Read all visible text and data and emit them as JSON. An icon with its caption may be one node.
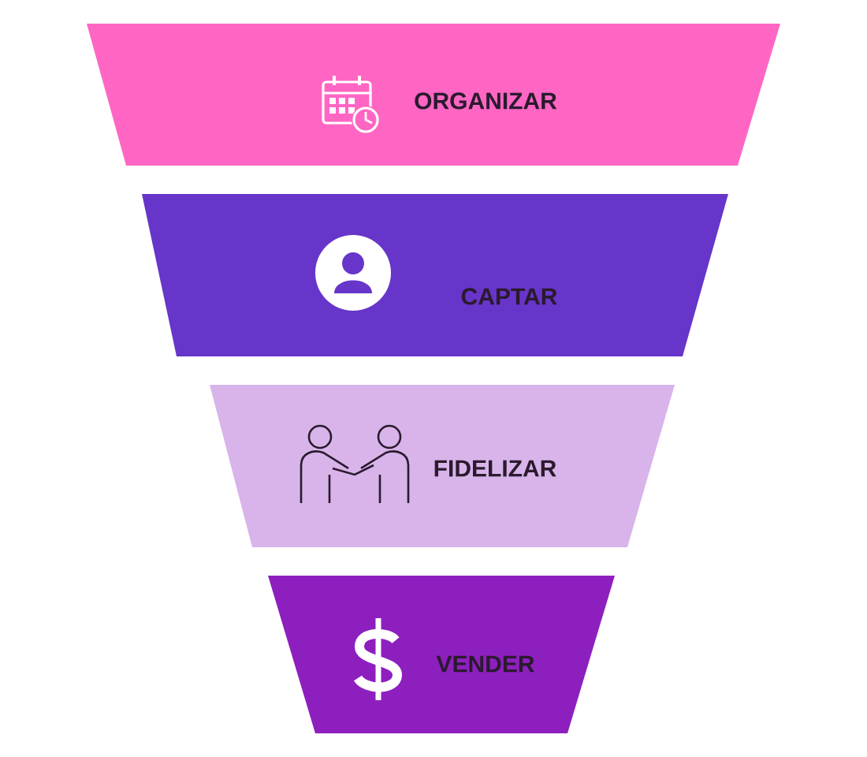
{
  "diagram": {
    "nodes": [
      {
        "text": [
          "ORGANIZAR"
        ]
      },
      {
        "text": [
          "CAPTAR"
        ]
      },
      {
        "text": [
          "FIDELIZAR"
        ]
      },
      {
        "text": [
          "VENDER"
        ]
      }
    ]
  }
}
